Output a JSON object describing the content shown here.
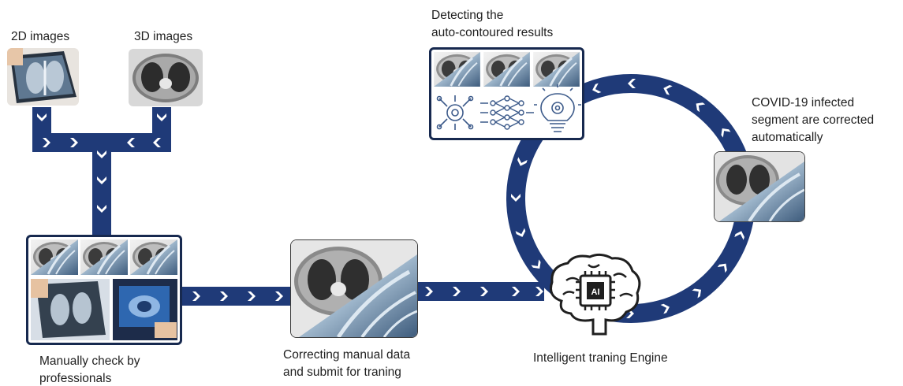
{
  "colors": {
    "arrow_band": "#1f3a78",
    "frame": "#17294f",
    "chevron": "#ffffff"
  },
  "labels": {
    "images_2d": "2D images",
    "images_3d": "3D images",
    "detecting": "Detecting the\nauto-contoured results",
    "covid": "COVID-19 infected\nsegment are corrected\nautomatically",
    "manual_check": "Manually check by\nprofessionals",
    "correcting": "Correcting manual data\nand submit for traning",
    "engine": "Intelligent traning Engine",
    "ai_chip": "AI"
  },
  "icons": [
    "xray-photo-icon",
    "ct-scan-icon",
    "gear-network-icon",
    "neural-network-icon",
    "lightbulb-gear-icon",
    "brain-ai-icon"
  ]
}
